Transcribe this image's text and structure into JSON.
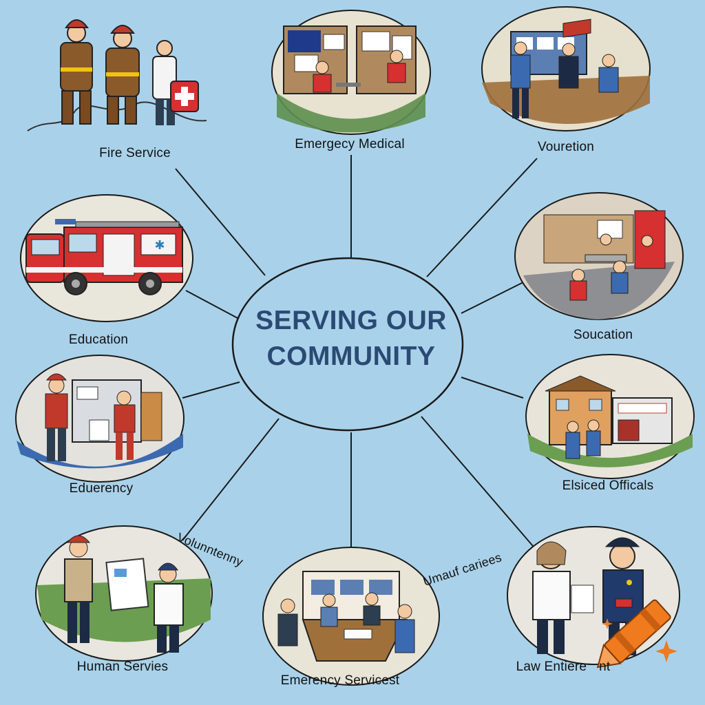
{
  "center": {
    "line1": "SERVING OUR",
    "line2": "COMMUNITY"
  },
  "nodes": [
    {
      "id": "firefighters",
      "label": "Fire Service",
      "icon": "firefighters-icon"
    },
    {
      "id": "office",
      "label": "Emergecy Medical",
      "icon": "office-workers-icon"
    },
    {
      "id": "police-office",
      "label": "Vouretion",
      "icon": "police-office-icon"
    },
    {
      "id": "fire-truck",
      "label": "Education",
      "icon": "fire-truck-icon"
    },
    {
      "id": "classroom",
      "label": "Soucation",
      "icon": "classroom-icon"
    },
    {
      "id": "rescue",
      "label": "Eduerency",
      "icon": "rescue-workers-icon"
    },
    {
      "id": "buildings",
      "label": "Elsiced Officals",
      "icon": "buildings-icon"
    },
    {
      "id": "officers",
      "label": "Human Servies",
      "icon": "officers-documents-icon"
    },
    {
      "id": "meeting",
      "label": "Emerency Servicest",
      "icon": "meeting-room-icon"
    },
    {
      "id": "law",
      "label": "Law Entiere",
      "label_tail": "nt",
      "icon": "police-officers-icon"
    }
  ],
  "floating_labels": {
    "left": "Volunntenny",
    "right": "Umauf cariees"
  },
  "colors": {
    "background": "#a9d2ea",
    "title": "#2b4a73",
    "line": "#1a1a1a",
    "crayon": "#f07a1e"
  },
  "decor": {
    "crayon": "crayon-icon",
    "sparkle": "sparkle-icon"
  }
}
